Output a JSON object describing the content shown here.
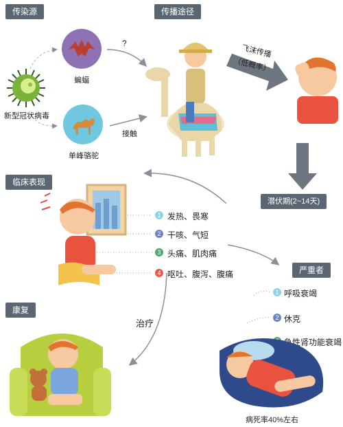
{
  "labels": {
    "source": "传染源",
    "transmission": "传播途径",
    "clinical": "临床表现",
    "recovery": "康复",
    "severe": "严重者",
    "incubation": "潜伏期(2~14天)"
  },
  "source": {
    "virus": "新型冠状病毒",
    "bat": "蝙蝠",
    "camel": "单峰骆驼",
    "question": "?",
    "contact": "接触"
  },
  "transmission": {
    "droplet": "飞沫传播",
    "low_rate": "（低概率）"
  },
  "symptoms": [
    {
      "num": "1",
      "text": "发热、畏寒",
      "color": "#8fd3e8"
    },
    {
      "num": "2",
      "text": "干咳、气短",
      "color": "#6b84c4"
    },
    {
      "num": "3",
      "text": "头痛、肌肉痛",
      "color": "#4aab6a"
    },
    {
      "num": "4",
      "text": "呕吐、腹泻、腹痛",
      "color": "#e45a4e"
    }
  ],
  "severe_items": [
    {
      "num": "1",
      "text": "呼吸衰竭",
      "color": "#8fd3e8"
    },
    {
      "num": "2",
      "text": "休克",
      "color": "#6b84c4"
    },
    {
      "num": "3",
      "text": "急性肾功能衰竭",
      "color": "#4aab6a"
    }
  ],
  "treatment": "治疗",
  "mortality": "病死率40%左右"
}
